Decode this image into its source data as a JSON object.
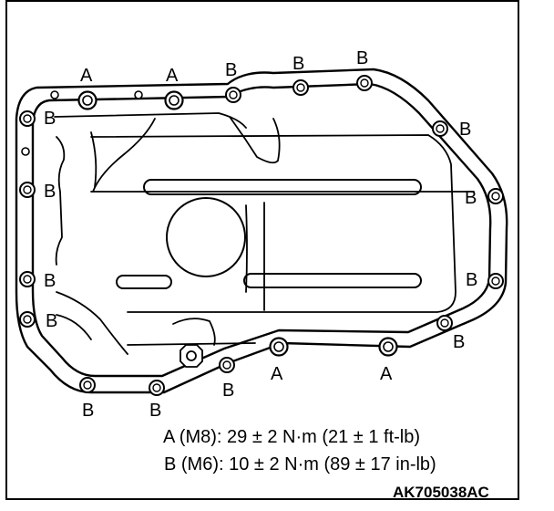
{
  "bolt_labels": {
    "a": "A",
    "b": "B"
  },
  "specs": {
    "a": "A (M8): 29 ± 2 N·m (21 ± 1 ft-lb)",
    "b": "B (M6): 10 ± 2 N·m (89 ± 17 in-lb)"
  },
  "figure_code": "AK705038AC"
}
